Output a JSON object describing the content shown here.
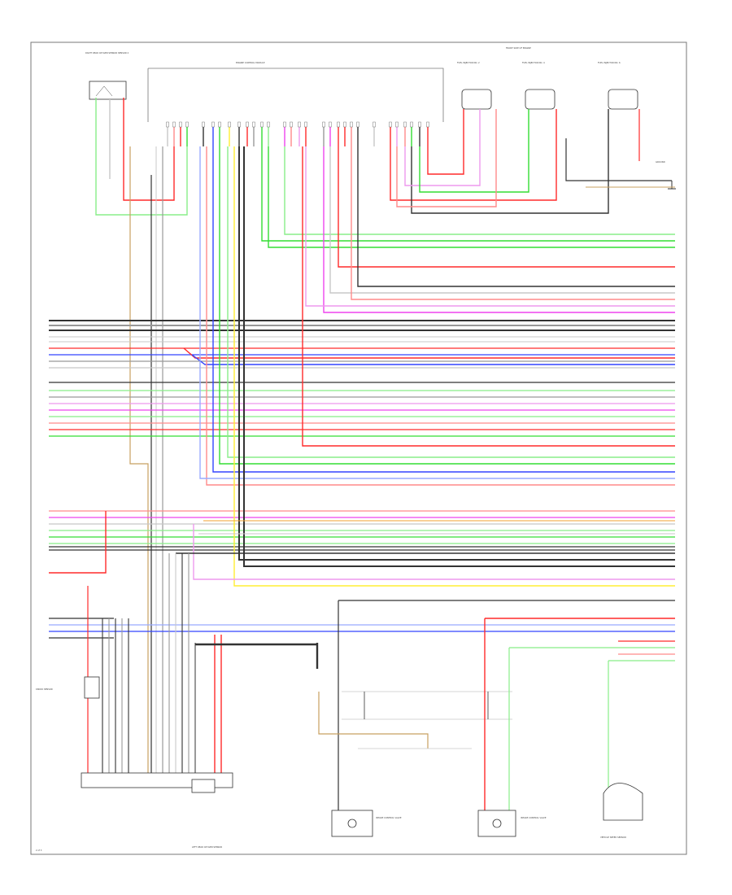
{
  "diagram": {
    "top_header_left": "RIGHT REAR OXYGEN SENSOR SENSOR 2",
    "ecm_header": "ENGINE CONTROL MODULE",
    "top_header_right": "FRONT SIDE OF ENGINE",
    "injectors": [
      "FUEL INJECTOR NO. 2",
      "FUEL INJECTOR NO. 4",
      "FUEL INJECTOR NO. 6"
    ],
    "right_ground_label": "GROUND",
    "left_mid_component": "KNOCK SENSOR",
    "bottom_components": [
      "LEFT REAR OXYGEN SENSOR",
      "INTAKE CONTROL VALVE",
      "INTAKE CONTROL VALVE",
      "VEHICLE SPEED SENSOR"
    ],
    "page_number": "2 of 3",
    "colors": {
      "red": "#ff2a2a",
      "pink": "#ff8a8a",
      "green": "#33dd33",
      "lightgreen": "#88ee88",
      "blue": "#3344ff",
      "lightblue": "#99aaff",
      "magenta": "#ee44ee",
      "violet": "#ee99ee",
      "black": "#333333",
      "gray": "#999999",
      "lightgray": "#c8c8c8",
      "yellow": "#ffee33",
      "orange": "#f0a030",
      "tan": "#c8a060"
    }
  }
}
